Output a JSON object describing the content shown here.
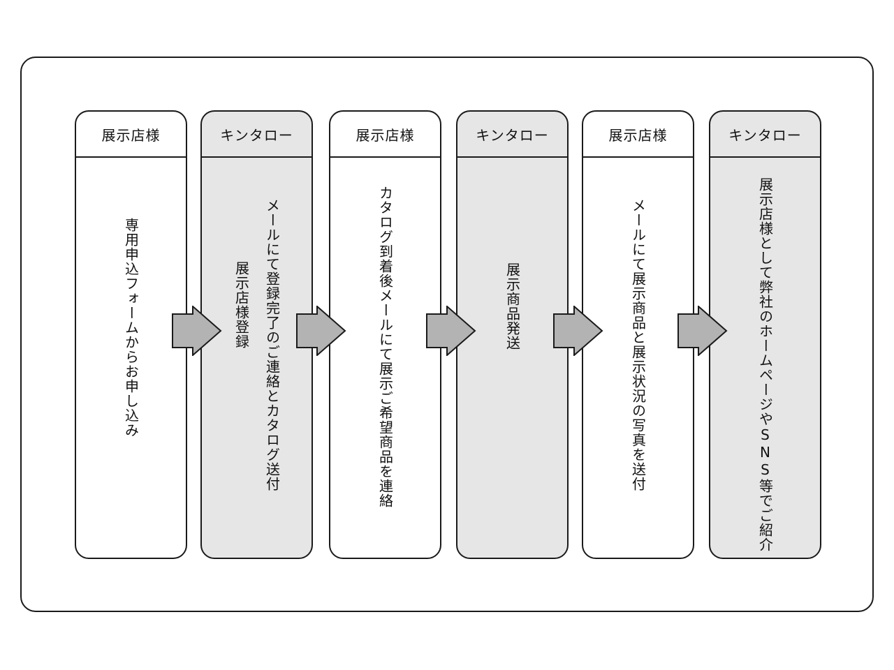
{
  "columns": [
    {
      "header": "展示店様",
      "lines": [
        "専用申込フォームからお申し込み"
      ]
    },
    {
      "header": "キンタロー",
      "lines": [
        "メールにて登録完了のご連絡とカタログ送付",
        "展示店様登録"
      ]
    },
    {
      "header": "展示店様",
      "lines": [
        "カタログ到着後メールにて展示ご希望商品を連絡"
      ]
    },
    {
      "header": "キンタロー",
      "lines": [
        "展示商品発送"
      ]
    },
    {
      "header": "展示店様",
      "lines": [
        "メールにて展示商品と展示状況の写真を送付"
      ]
    },
    {
      "header": "キンタロー",
      "lines": [
        "展示店様として弊社のホームページやSNS等でご紹介"
      ]
    }
  ],
  "colors": {
    "shop_fill": "#ffffff",
    "kintaro_fill": "#e6e6e6",
    "arrow_fill": "#b3b3b3",
    "stroke": "#1a1a1a"
  }
}
